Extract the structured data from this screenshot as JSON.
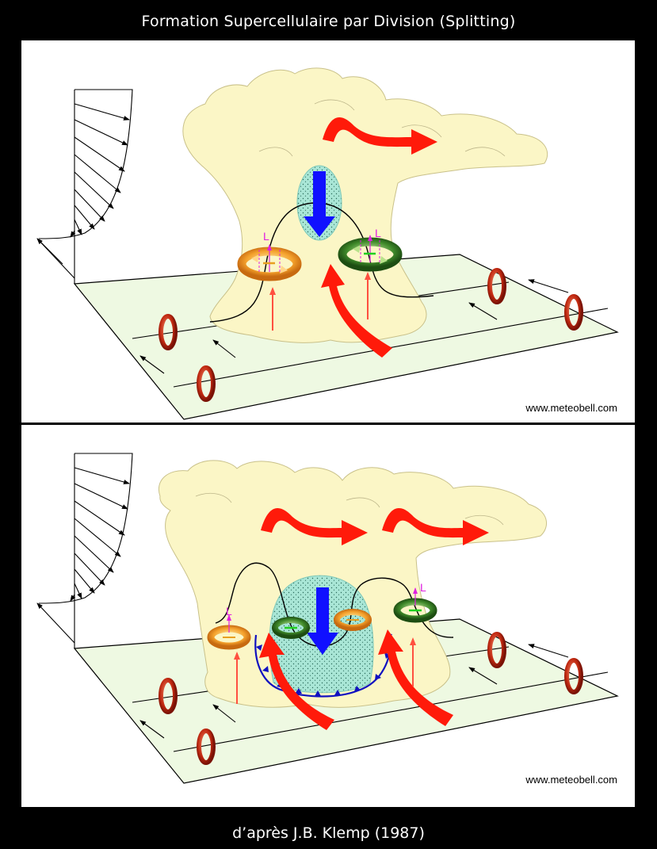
{
  "title": "Formation Supercellulaire par Division (Splitting)",
  "caption": "d’après J.B. Klemp (1987)",
  "panels": [
    {
      "watermark": "www.meteobell.com"
    },
    {
      "watermark": "www.meteobell.com"
    }
  ],
  "mesolow_label": "L",
  "colors": {
    "cloud": "#fbf6c6",
    "ground": "#eef9e2",
    "updraft_arrow": "#ff1a0a",
    "downdraft_arrow": "#1010ff",
    "downdraft_region": "#a9e6d6",
    "cyclonic_vortex": "#f2a531",
    "anticyclonic_vortex": "#3f8a2a",
    "environment_vortex": "#c02810",
    "gust_front": "#1010c0"
  }
}
